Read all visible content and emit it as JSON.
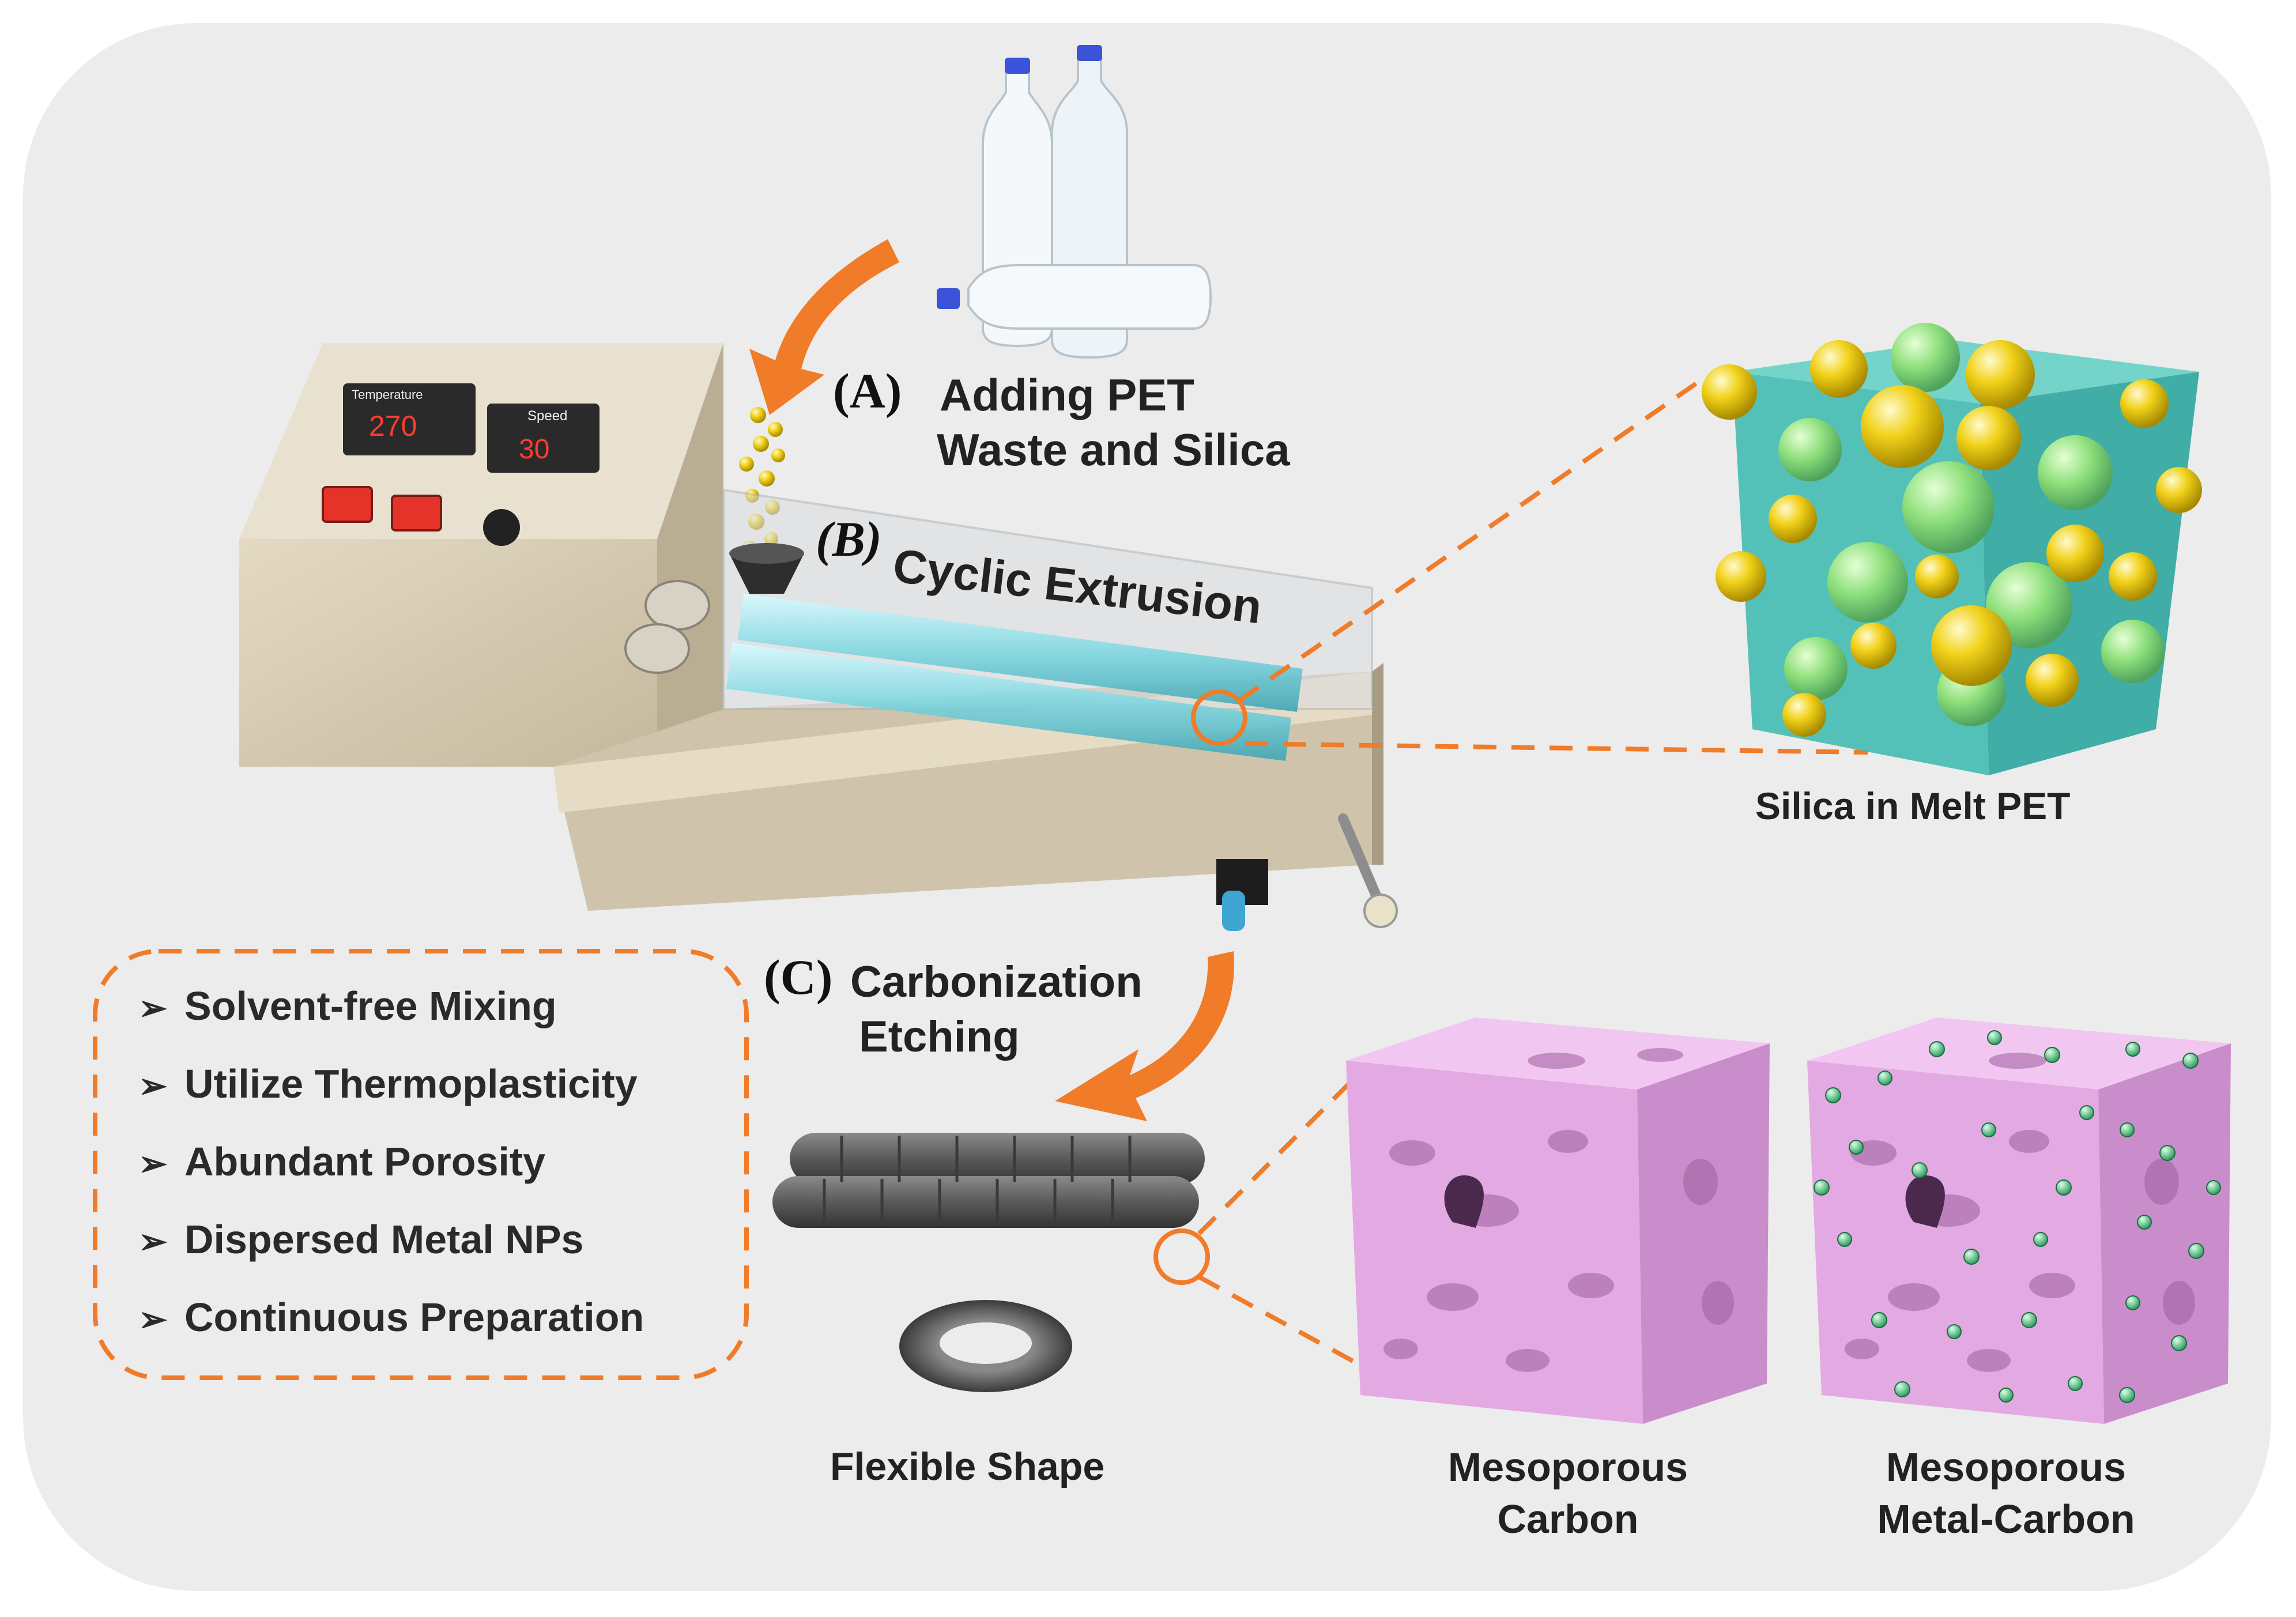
{
  "steps": {
    "a": {
      "marker": "(A)",
      "line1": "Adding PET",
      "line2": "Waste and Silica"
    },
    "b": {
      "marker": "(B)",
      "text": "Cyclic Extrusion"
    },
    "c": {
      "marker": "(C)",
      "line1": "Carbonization",
      "line2": "Etching"
    }
  },
  "extruder": {
    "temperature_label": "Temperature",
    "temperature_value": "270",
    "speed_label": "Speed",
    "speed_value": "30"
  },
  "features": {
    "bullet": "➢",
    "items": [
      "Solvent-free Mixing",
      "Utilize Thermoplasticity",
      "Abundant Porosity",
      "Dispersed Metal NPs",
      "Continuous Preparation"
    ]
  },
  "products": {
    "silica_melt": "Silica in Melt PET",
    "flexible_shape": "Flexible Shape",
    "mesoporous_carbon": {
      "line1": "Mesoporous",
      "line2": "Carbon"
    },
    "mesoporous_metal_carbon": {
      "line1": "Mesoporous",
      "line2": "Metal-Carbon"
    }
  },
  "colors": {
    "panel": "#ececec",
    "accent_orange": "#f07b28",
    "machine_body": "#d6cbb4",
    "display_red": "#ff3b2f",
    "silica_yellow": "#f2d21a",
    "pet_green": "#8fe07c",
    "matrix_teal": "#3cbcb0",
    "carbon_pink": "#e7aee8",
    "metal_np_green": "#5fd38d",
    "carbon_rod": "#5a5a5a"
  }
}
